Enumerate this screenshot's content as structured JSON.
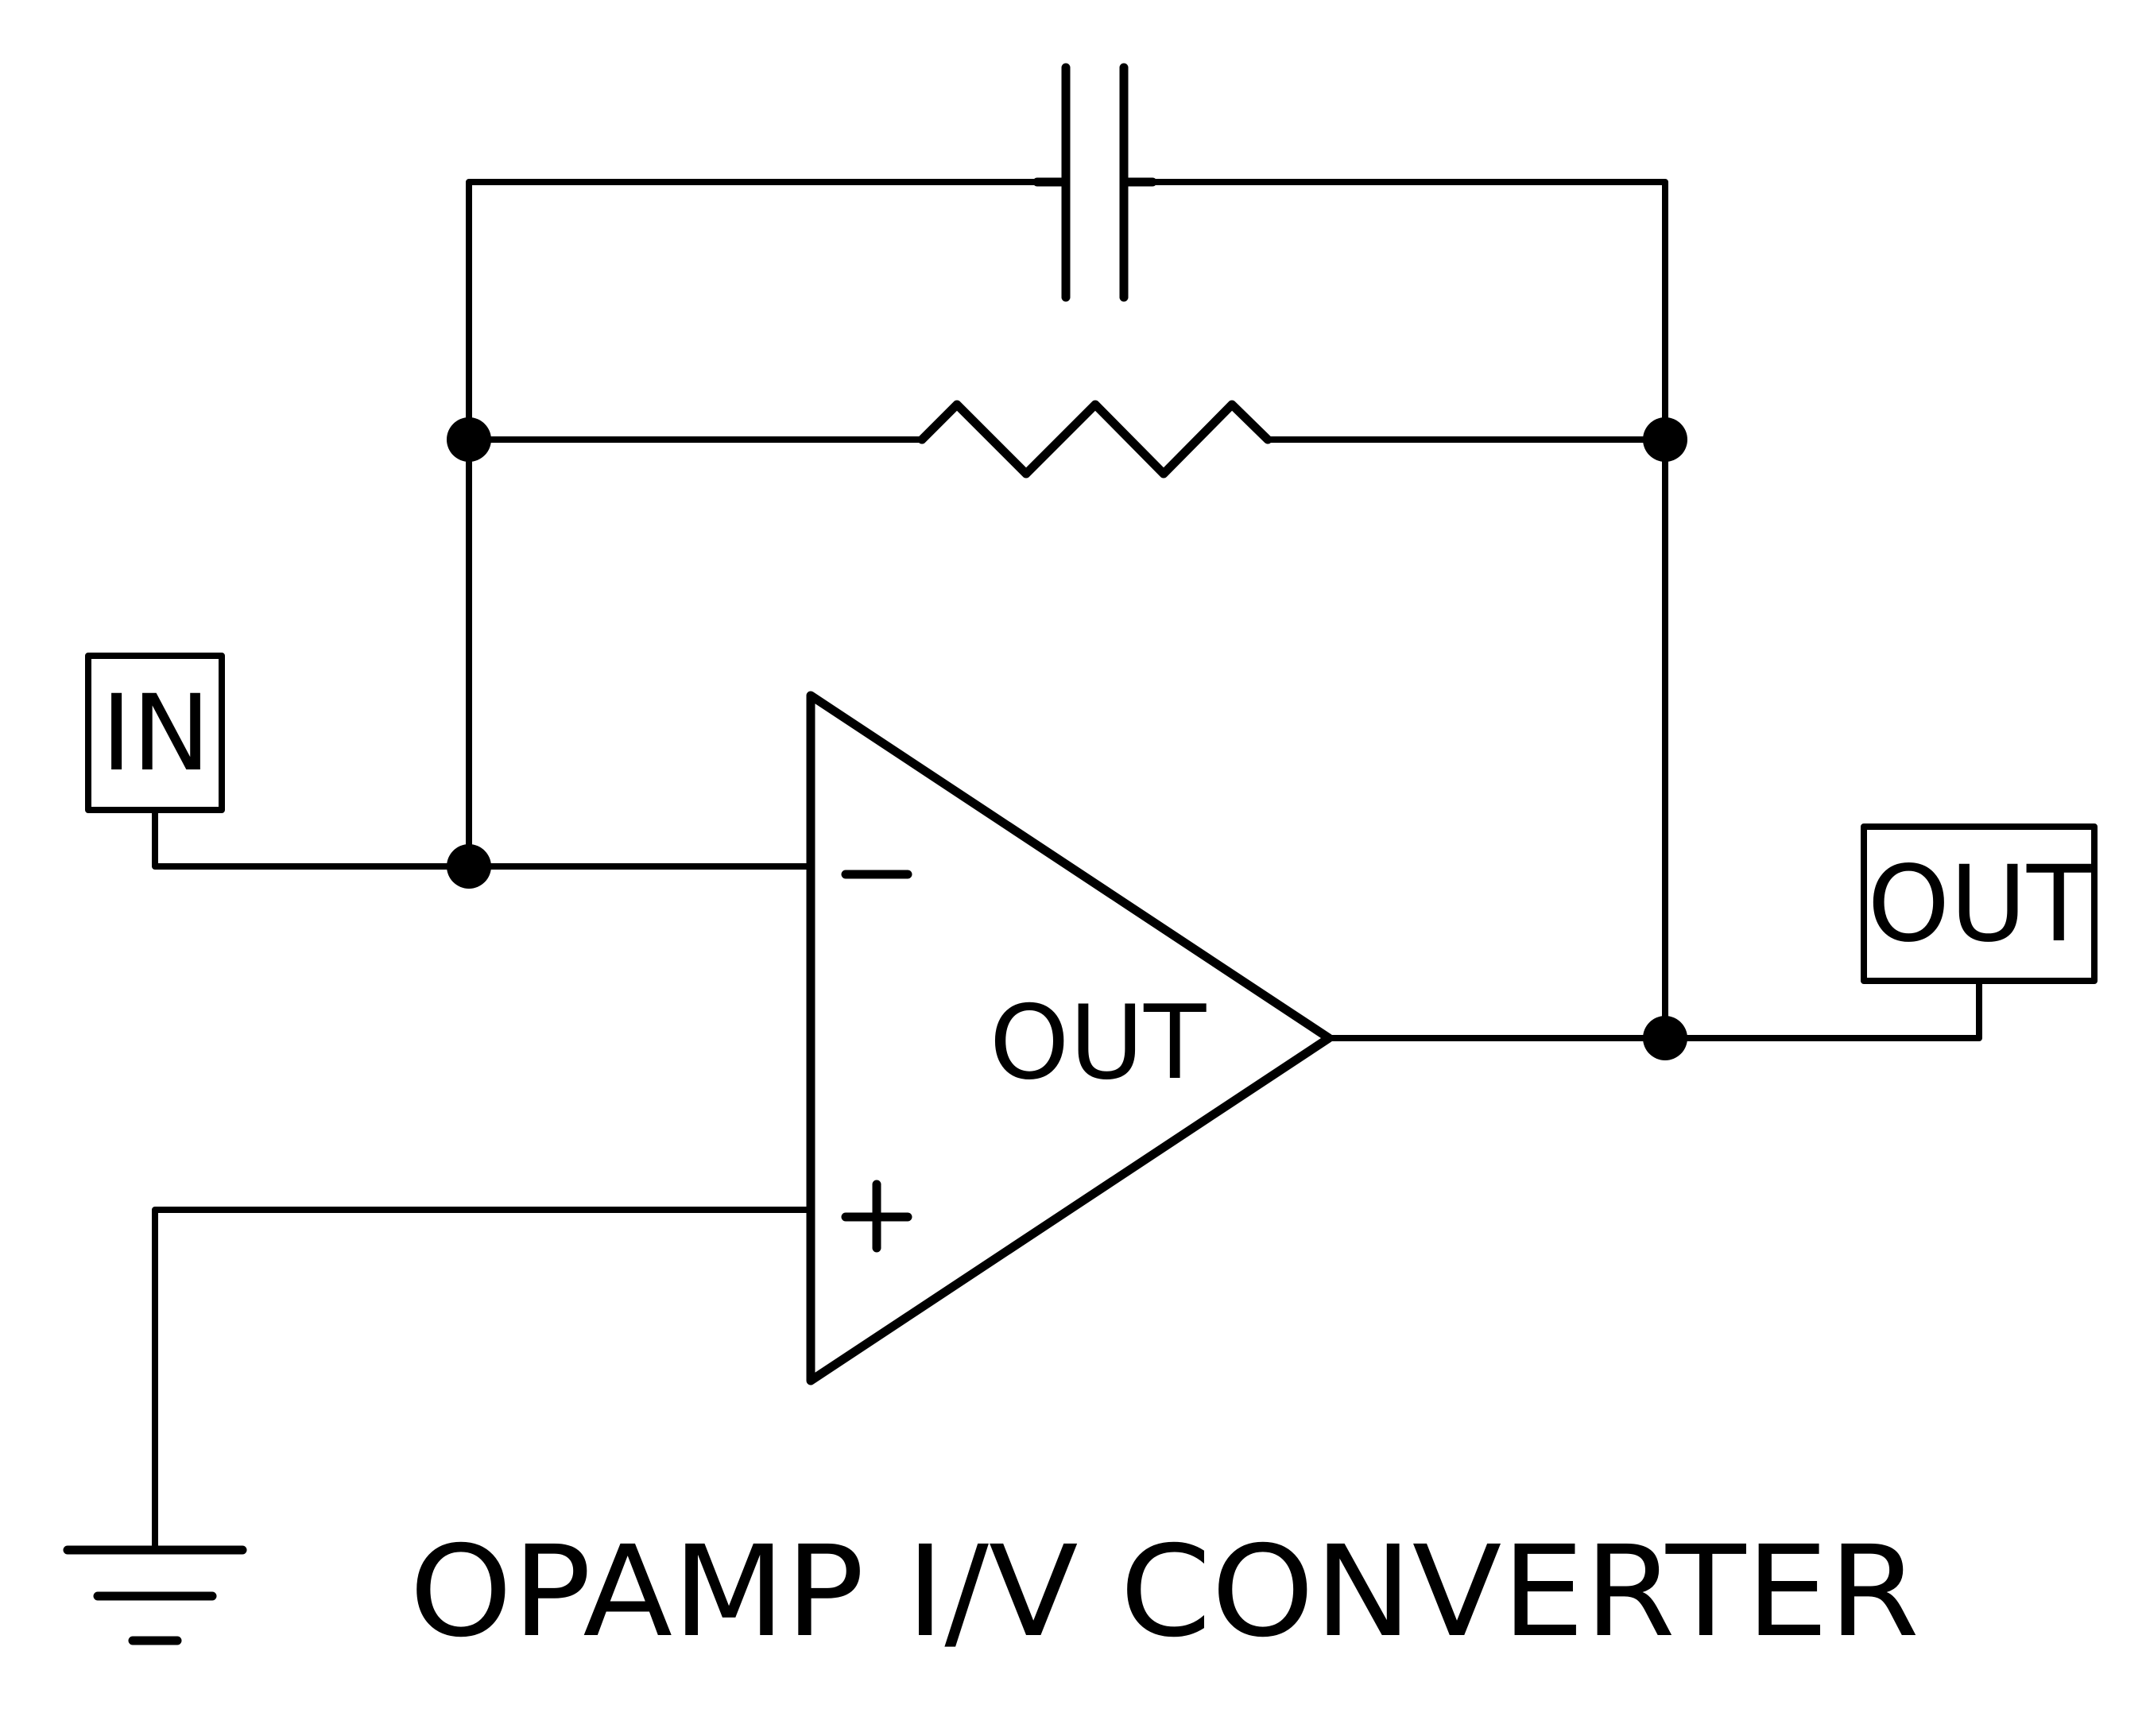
{
  "schematic": {
    "input_port_label": "IN",
    "output_port_label": "OUT",
    "opamp": {
      "output_pin_label": "OUT",
      "inverting_symbol": "−",
      "noninverting_symbol": "+"
    },
    "title": "OPAMP I/V CONVERTER",
    "colors": {
      "line": "#000000",
      "background": "#ffffff"
    }
  }
}
